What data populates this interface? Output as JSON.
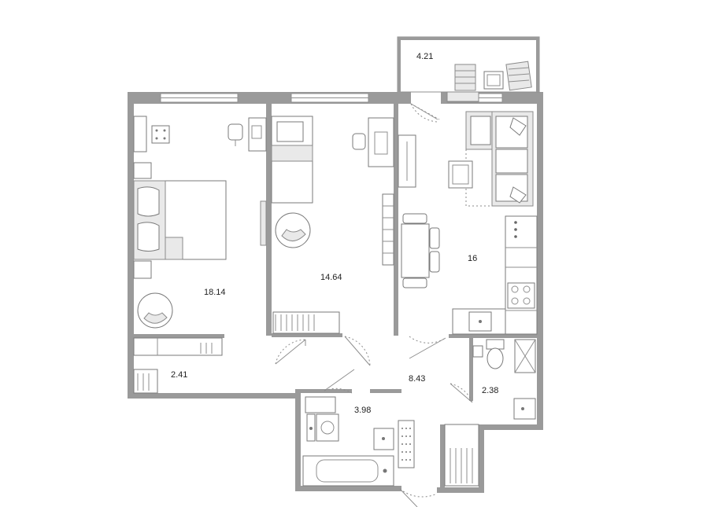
{
  "plan": {
    "rooms": [
      {
        "key": "balcony",
        "area": "4.21"
      },
      {
        "key": "bedroom",
        "area": "18.14"
      },
      {
        "key": "kids_room",
        "area": "14.64"
      },
      {
        "key": "living_kitchen",
        "area": "16"
      },
      {
        "key": "wardrobe",
        "area": "2.41"
      },
      {
        "key": "hall",
        "area": "8.43"
      },
      {
        "key": "bathroom",
        "area": "3.98"
      },
      {
        "key": "toilet",
        "area": "2.38"
      }
    ]
  },
  "colors": {
    "wall": "#9a9a9a",
    "line": "#8f8f8f",
    "fill": "#e9e9e9"
  }
}
